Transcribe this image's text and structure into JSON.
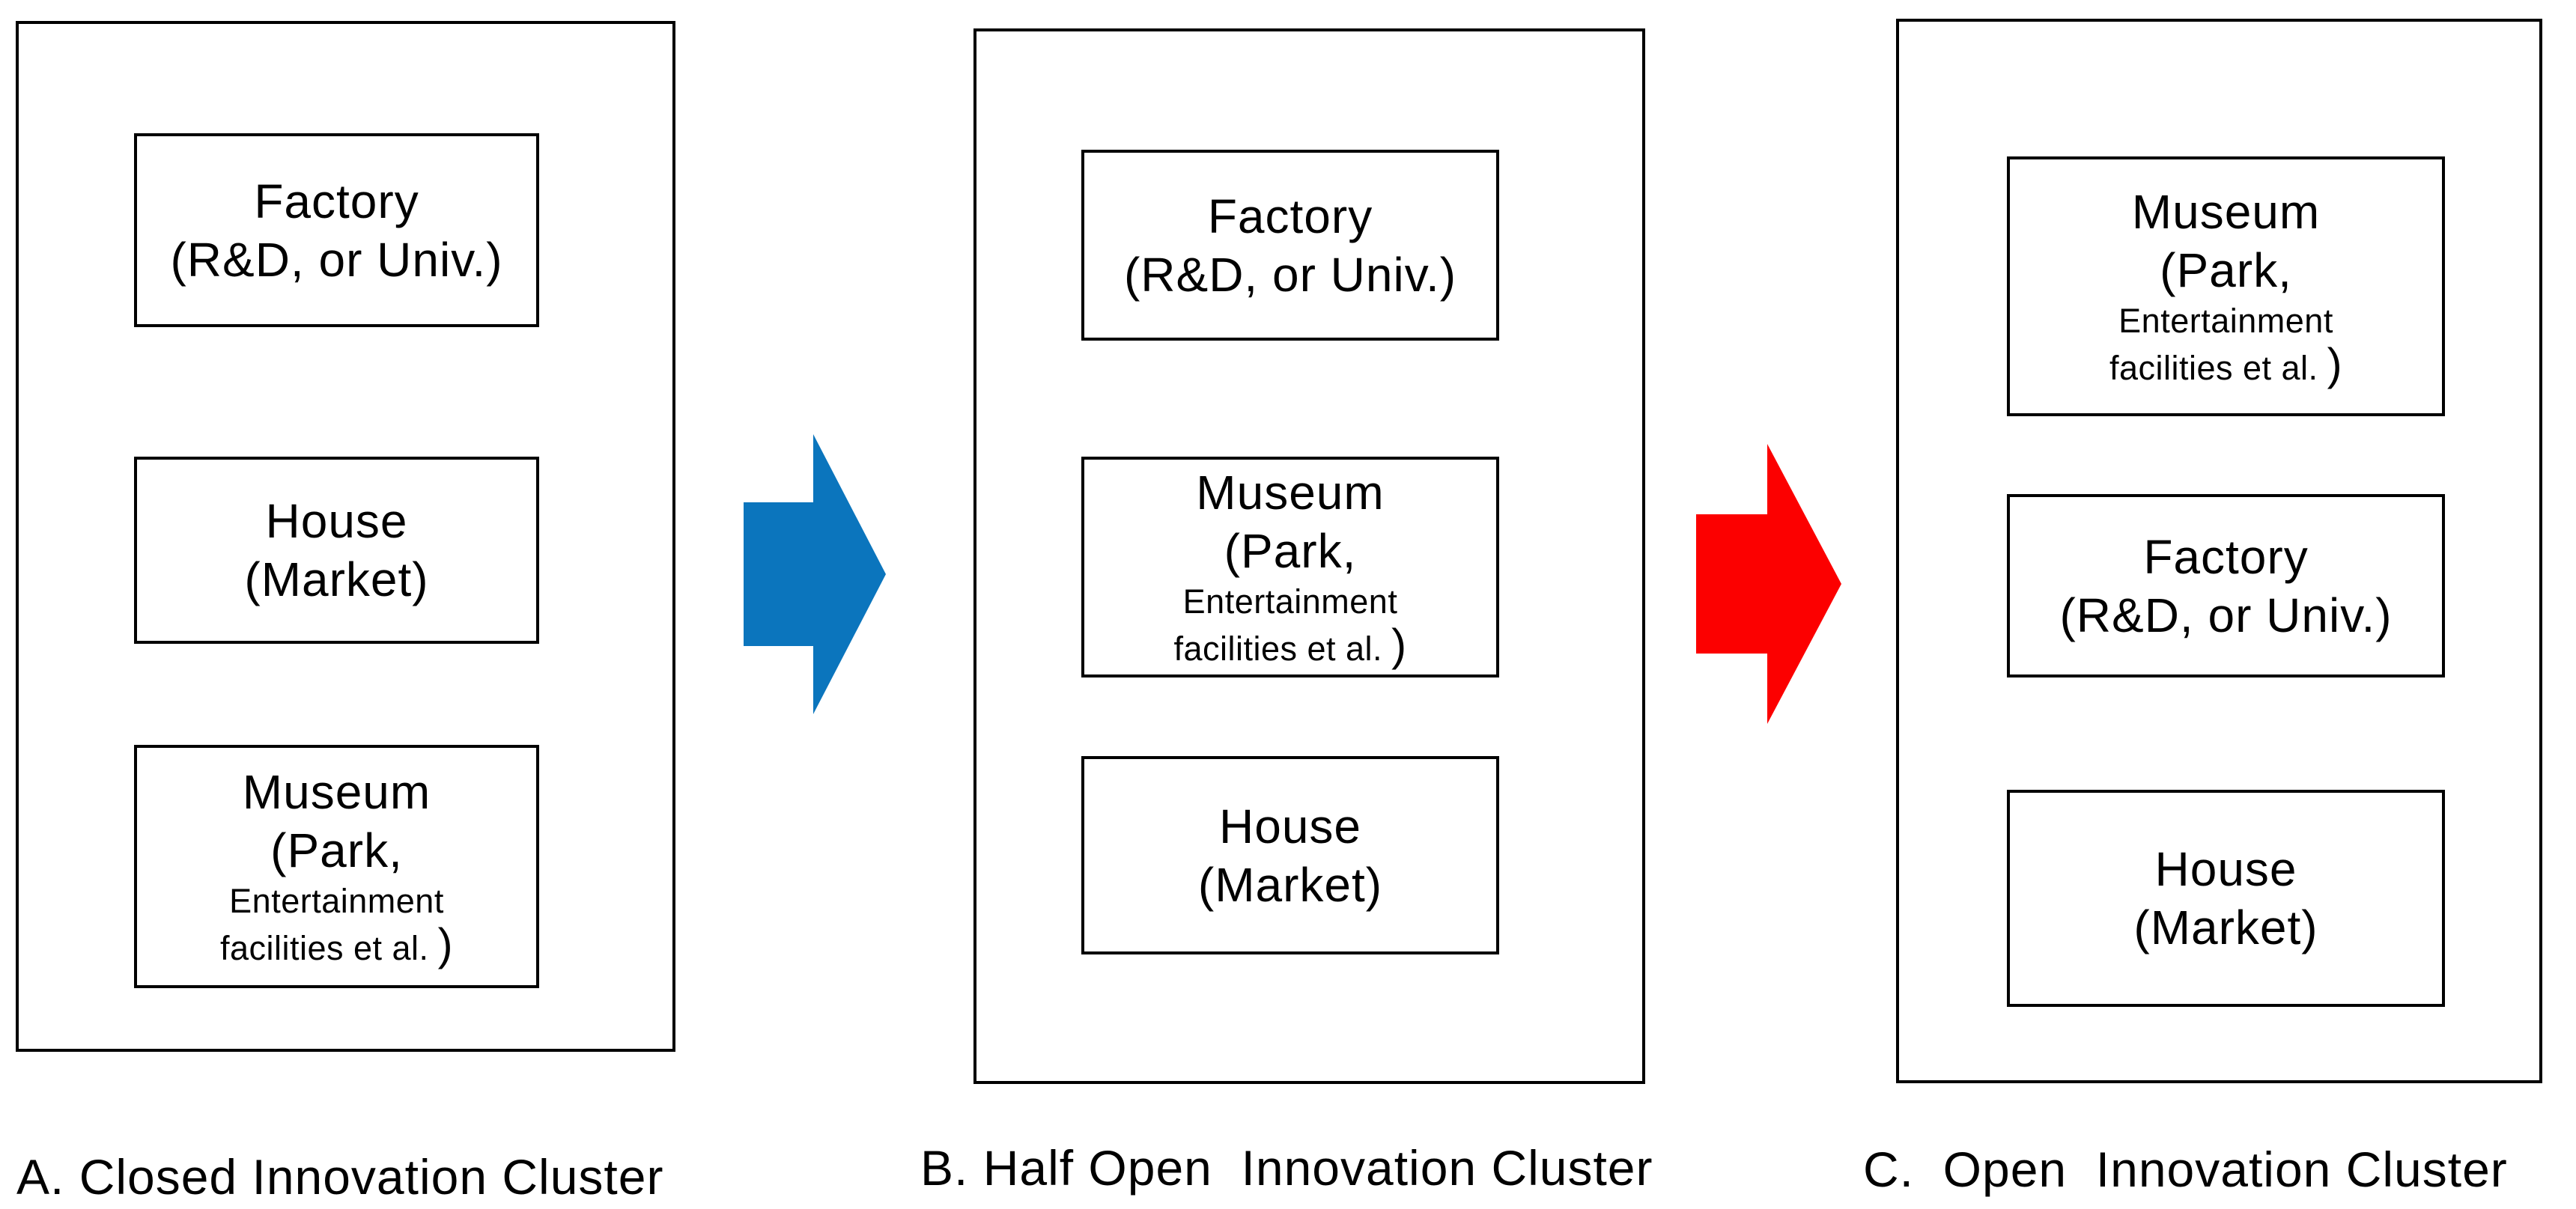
{
  "figure": {
    "background_color": "#ffffff",
    "line_color": "#000000"
  },
  "panels": [
    {
      "id": "A",
      "caption": "A. Closed Innovation Cluster",
      "boxes": [
        {
          "type": "factory",
          "line1": "Factory",
          "line2": "(R&D, or Univ.)"
        },
        {
          "type": "house",
          "line1": "House",
          "line2": "(Market)"
        },
        {
          "type": "museum",
          "line1": "Museum",
          "line2": "(Park,",
          "line3": "Entertainment",
          "line4": "facilities et al.",
          "line4_suffix": ")"
        }
      ]
    },
    {
      "id": "B",
      "caption": "B. Half Open  Innovation Cluster",
      "boxes": [
        {
          "type": "factory",
          "line1": "Factory",
          "line2": "(R&D, or Univ.)"
        },
        {
          "type": "museum",
          "line1": "Museum",
          "line2": "(Park,",
          "line3": "Entertainment",
          "line4": "facilities et al.",
          "line4_suffix": ")"
        },
        {
          "type": "house",
          "line1": "House",
          "line2": "(Market)"
        }
      ]
    },
    {
      "id": "C",
      "caption": "C.  Open  Innovation Cluster",
      "boxes": [
        {
          "type": "museum",
          "line1": "Museum",
          "line2": "(Park,",
          "line3": "Entertainment",
          "line4": "facilities et al.",
          "line4_suffix": ")"
        },
        {
          "type": "factory",
          "line1": "Factory",
          "line2": "(R&D, or Univ.)"
        },
        {
          "type": "house",
          "line1": "House",
          "line2": "(Market)"
        }
      ]
    }
  ],
  "arrows": [
    {
      "name": "arrow-a-to-b",
      "direction": "right",
      "color": "#0B75BD"
    },
    {
      "name": "arrow-b-to-c",
      "direction": "right",
      "color": "#FC0000"
    }
  ]
}
